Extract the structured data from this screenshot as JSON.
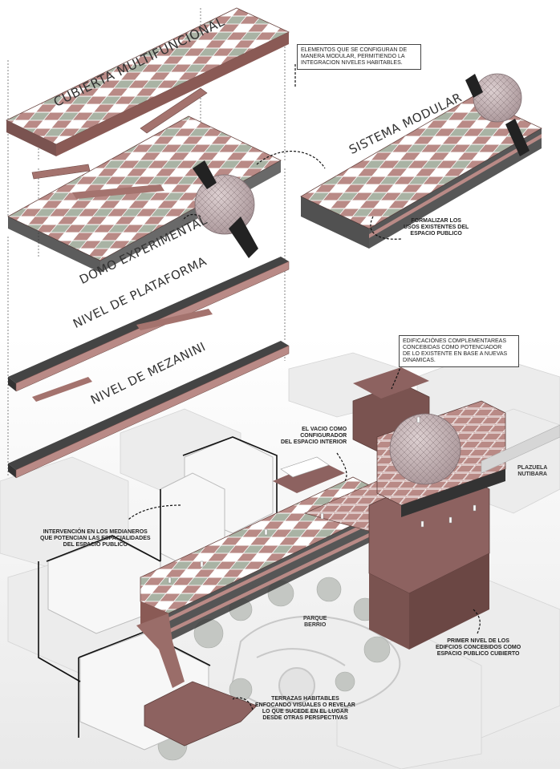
{
  "layers": {
    "cubierta": "CUBIERTA MULTIFUNCIONAL",
    "domo": "DOMO EXPERIMENTAL",
    "plataforma": "NIVEL DE PLATAFORMA",
    "mezanini": "NIVEL DE MEZANINI",
    "sistema": "SISTEMA MODULAR"
  },
  "notes": {
    "modular": [
      "ELEMENTOS QUE SE CONFIGURAN DE",
      "MANERA MODULAR, PERMITIENDO LA",
      "INTEGRACION NIVELES HABITABLES."
    ],
    "formalizar": [
      "FORMALIZAR LOS",
      "USOS EXISTENTES DEL",
      "ESPACIO PUBLICO"
    ],
    "edificaciones": [
      "EDIFICACIÓNES COMPLEMENTAREAS",
      "CONCEBIDAS COMO POTENCIADOR",
      "DE LO EXISTENTE EN BASE A NUEVAS",
      "DINAMICAS."
    ],
    "vacio": [
      "EL VACIO COMO",
      "CONFIGURADOR",
      "DEL ESPACIO INTERIOR"
    ],
    "medianeros": [
      "INTERVENCIÓN EN LOS MEDIANEROS",
      "QUE POTENCIAN LAS ESPACIALIDADES",
      "DEL ESPACIO PUBLICO"
    ],
    "primer_nivel": [
      "PRIMER NIVEL DE LOS",
      "EDIFCIOS CONCEBIDOS COMO",
      "ESPACIO PUBLICO CUBIERTO"
    ],
    "terrazas": [
      "TERRAZAS HABITABLES",
      "ENFOCANDO VISUALES O REVELAR",
      "LO QUE SUCEDE EN EL LUGAR",
      "DESDE OTRAS PERSPECTIVAS"
    ]
  },
  "places": {
    "plazuela": [
      "PLAZUELA",
      "NUTIBARA"
    ],
    "parque": [
      "PARQUE",
      "BERRIO"
    ]
  },
  "colors": {
    "roof": "#b98a86",
    "roof_dark": "#8a5a55",
    "glass": "#a9b3a4",
    "frame": "#2a2a2a",
    "dome": "#c9b6b8",
    "building": "#e8e8e8",
    "building_dark": "#cfcfcf",
    "tree": "#bfc2bf"
  }
}
